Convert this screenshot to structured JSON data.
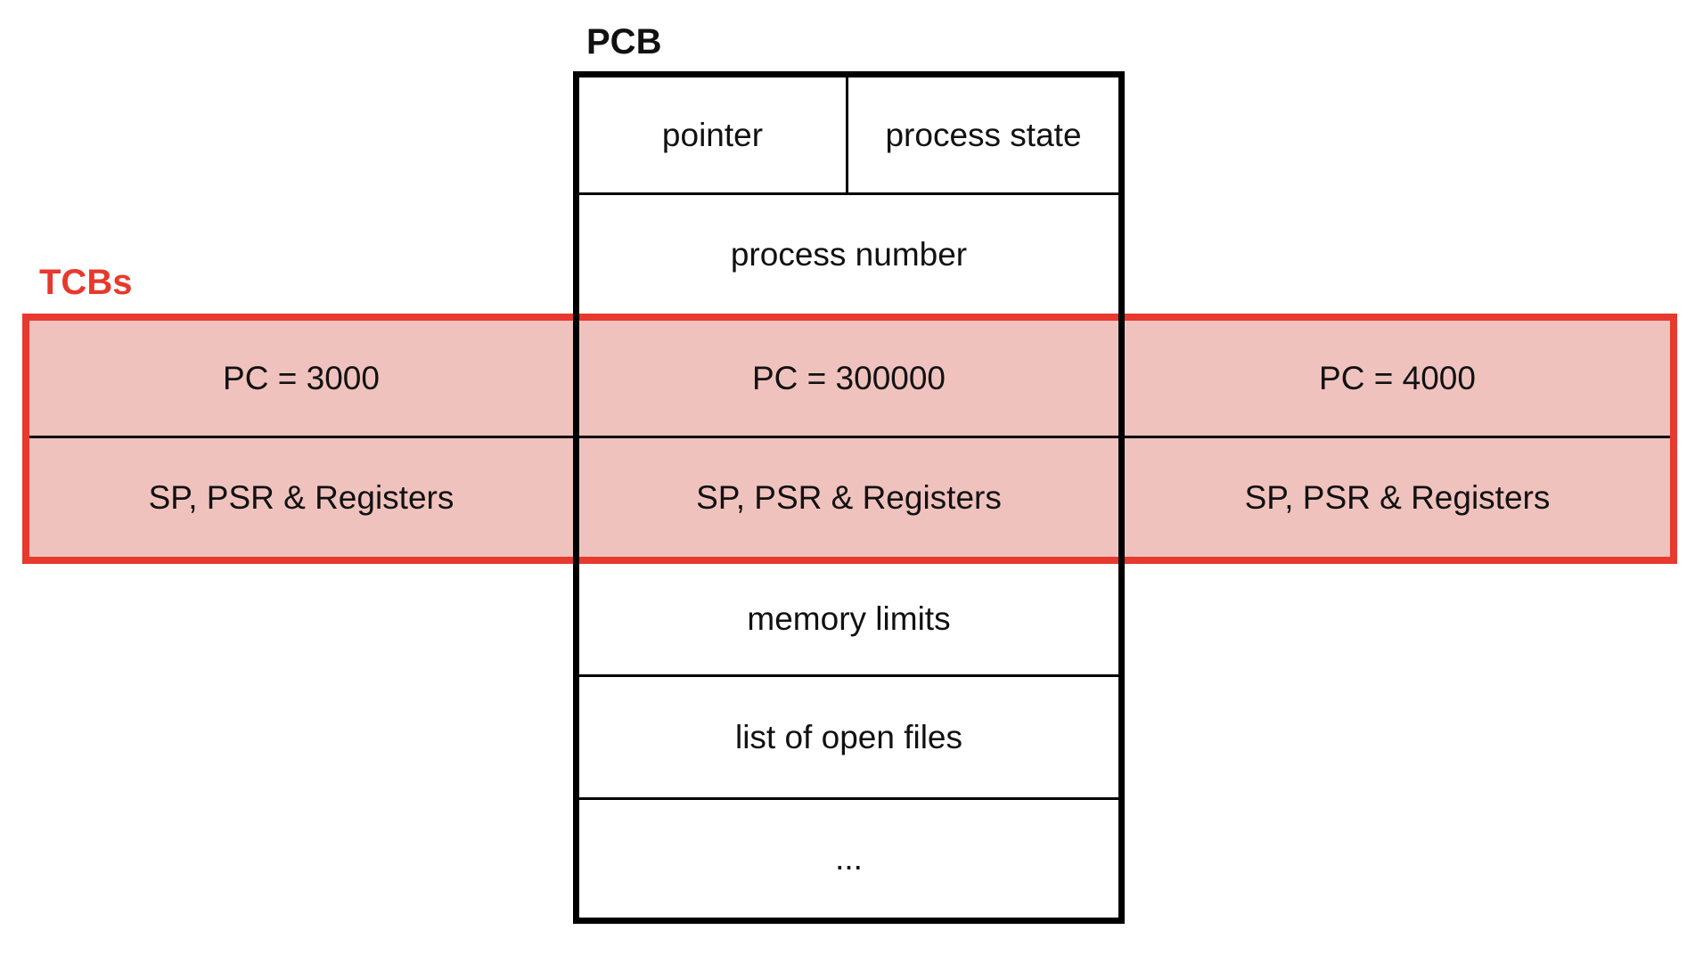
{
  "labels": {
    "pcb": "PCB",
    "tcbs": "TCBs"
  },
  "pcb": {
    "pointer": "pointer",
    "process_state": "process state",
    "process_number": "process number",
    "memory_limits": "memory limits",
    "open_files": "list of open files",
    "ellipsis": "..."
  },
  "tcbs": {
    "columns": [
      {
        "pc": "PC = 3000",
        "registers": "SP, PSR & Registers"
      },
      {
        "pc": "PC = 300000",
        "registers": "SP, PSR & Registers"
      },
      {
        "pc": "PC = 4000",
        "registers": "SP, PSR & Registers"
      }
    ]
  },
  "colors": {
    "tcb_red": "#e7392d",
    "tcb_pink": "#f0c2be",
    "line_black": "#000000",
    "text_black": "#111111"
  }
}
